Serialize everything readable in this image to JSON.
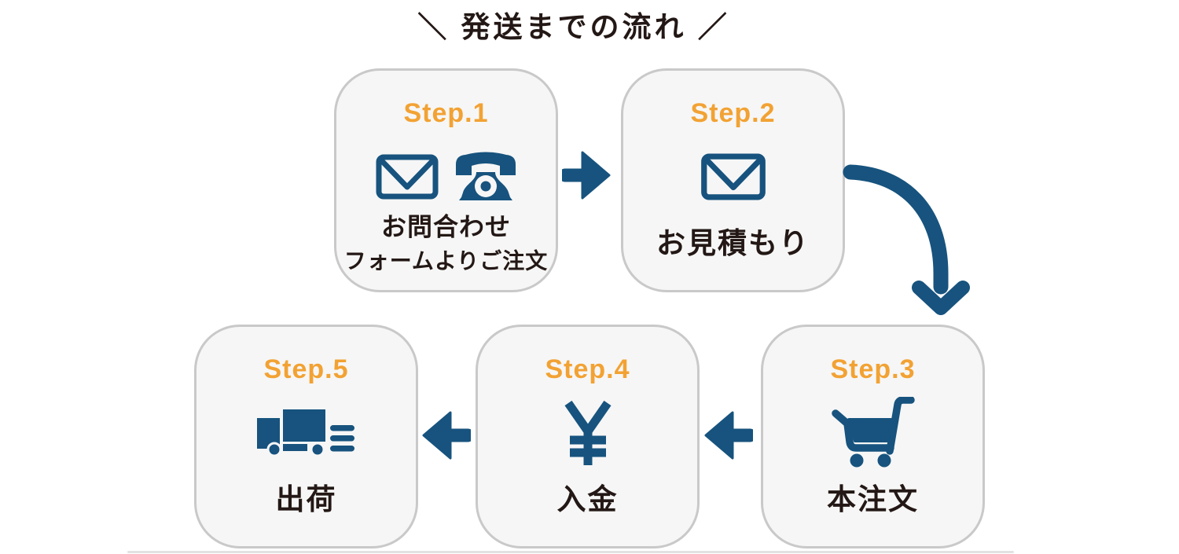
{
  "title": "＼ 発送までの流れ ／",
  "colors": {
    "accent_blue": "#17537E",
    "accent_orange": "#F2A233",
    "text_dark": "#231815",
    "card_background": "#F6F6F6",
    "card_border": "#C9C9C9"
  },
  "steps": [
    {
      "step_label": "Step.1",
      "label_line1": "お問合わせ",
      "label_line2": "フォームよりご注文",
      "icons": [
        "mail-icon",
        "phone-icon"
      ]
    },
    {
      "step_label": "Step.2",
      "label": "お見積もり",
      "icons": [
        "mail-icon"
      ]
    },
    {
      "step_label": "Step.3",
      "label": "本注文",
      "icons": [
        "cart-icon"
      ]
    },
    {
      "step_label": "Step.4",
      "label": "入金",
      "icons": [
        "yen-icon"
      ]
    },
    {
      "step_label": "Step.5",
      "label": "出荷",
      "icons": [
        "truck-icon"
      ]
    }
  ],
  "arrows": [
    {
      "name": "arrow-step1-to-step2",
      "direction": "right"
    },
    {
      "name": "arrow-step2-to-step3",
      "direction": "curved-down"
    },
    {
      "name": "arrow-step3-to-step4",
      "direction": "left"
    },
    {
      "name": "arrow-step4-to-step5",
      "direction": "left"
    }
  ]
}
